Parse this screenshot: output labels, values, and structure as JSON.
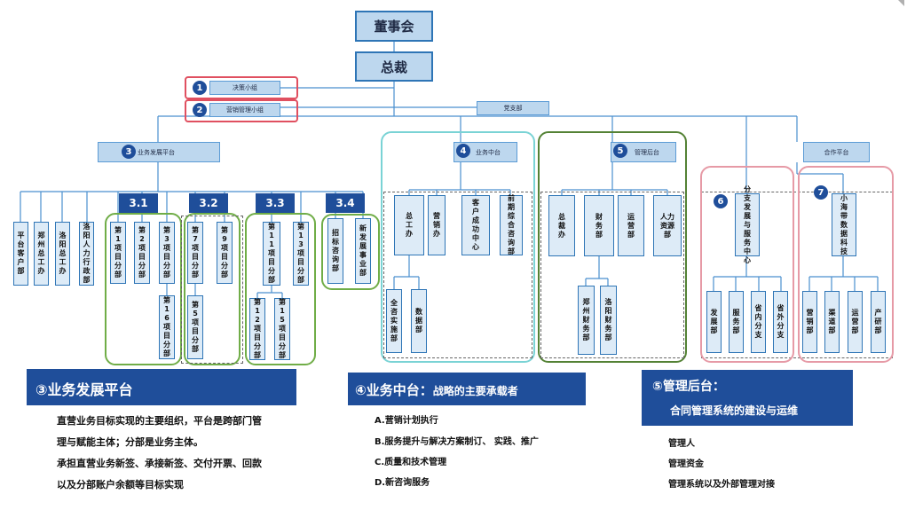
{
  "colors": {
    "box_fill": "#bdd7ee",
    "box_border": "#2e75b6",
    "accent_navy": "#1f4e9a",
    "line": "#4a8fcf",
    "frame_green": "#70ad47",
    "frame_cyan": "#7ad3d5",
    "frame_darkgreen": "#548235",
    "frame_pink": "#e69aa6",
    "marker_red": "#e05060"
  },
  "top": {
    "board": "董事会",
    "ceo": "总裁"
  },
  "groups": {
    "decision": "决策小组",
    "marketing": "营销管理小组",
    "party": "党支部"
  },
  "markers": {
    "m1": "1",
    "m2": "2",
    "m3": "3",
    "m4": "4",
    "m5": "5",
    "m6": "6",
    "m7": "7"
  },
  "platforms": {
    "business": "业务发展平台",
    "middle": "业务中台",
    "back": "管理后台",
    "coop": "合作平台"
  },
  "subtags": {
    "t31": "3.1",
    "t32": "3.2",
    "t33": "3.3",
    "t34": "3.4"
  },
  "left_units": [
    "平台客户部",
    "郑州总工办",
    "洛阳总工办",
    "洛阳人力行政部"
  ],
  "group31": [
    "第1项目分部",
    "第2项目分部",
    "第3项目分部",
    "第16项目分部"
  ],
  "group32": [
    "第7项目分部",
    "第9项目分部",
    "第5项目分部"
  ],
  "group33": [
    "第11项目分部",
    "第13项目分部",
    "第12项目分部",
    "第15项目分部"
  ],
  "group34": [
    "招标咨询部",
    "新发展事业部"
  ],
  "middle_units": [
    "总工办",
    "营销办",
    "客户成功中心",
    "前期综合咨询部",
    "全咨实施部",
    "数据部"
  ],
  "back_units": [
    "总裁办",
    "财务部",
    "运营部",
    "人力资源部",
    "郑州财务部",
    "洛阳财务部"
  ],
  "center6": {
    "title": "分支发展与服务中心",
    "units": [
      "发展部",
      "服务部",
      "省内分支",
      "省外分支"
    ]
  },
  "center7": {
    "title": "小海带数据科技",
    "units": [
      "营销部",
      "渠道部",
      "运营部",
      "产研部"
    ]
  },
  "notes": {
    "n3_title": "③业务发展平台",
    "n3_lines": [
      "直营业务目标实现的主要组织，平台是跨部门管",
      "理与赋能主体；分部是业务主体。",
      "承担直营业务新签、承接新签、交付开票、回款",
      "以及分部账户余额等目标实现"
    ],
    "n4_title": "④业务中台：",
    "n4_sub": "战略的主要承载者",
    "n4_lines": [
      "A.营销计划执行",
      "B.服务提升与解决方案制订、 实践、推广",
      "C.质量和技术管理",
      "D.新咨询服务"
    ],
    "n5_title": "⑤管理后台：",
    "n5_sub": "合同管理系统的建设与运维",
    "n5_lines": [
      "管理人",
      "管理资金",
      "管理系统以及外部管理对接"
    ]
  }
}
